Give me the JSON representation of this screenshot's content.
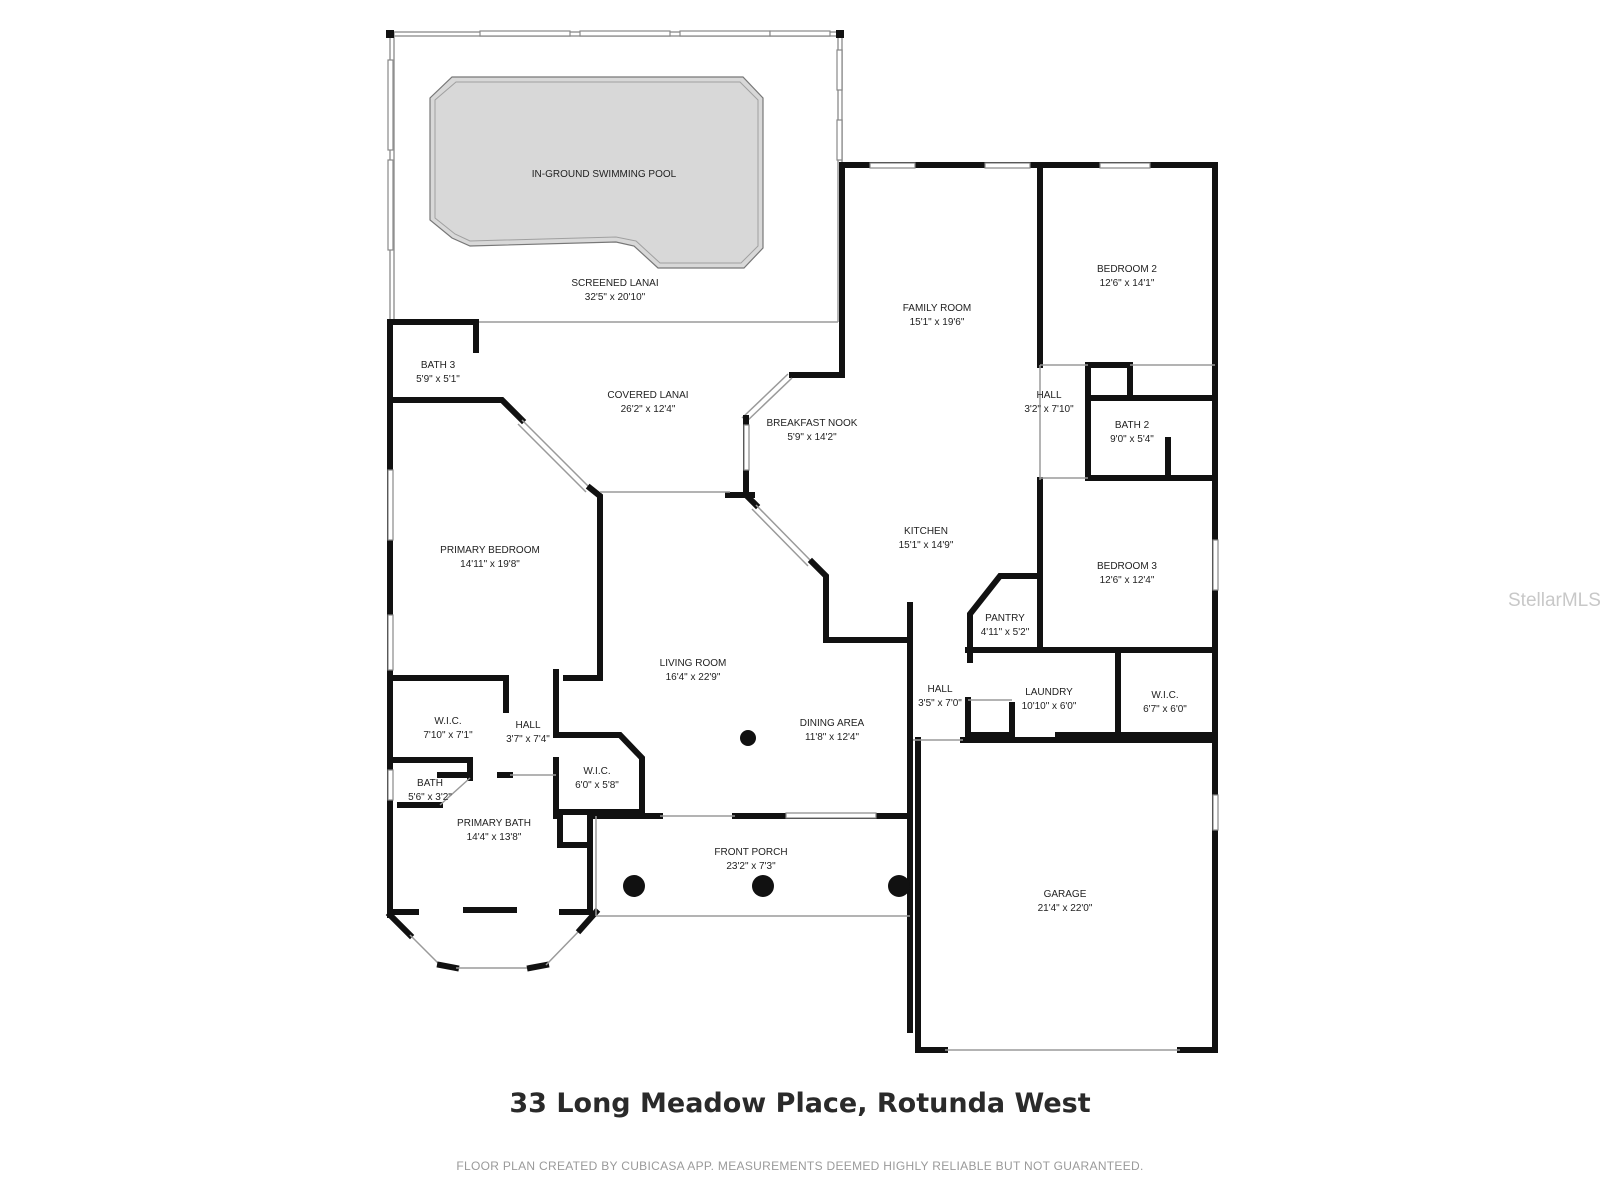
{
  "address": "33 Long Meadow Place, Rotunda West",
  "disclaimer": "FLOOR PLAN CREATED BY CUBICASA APP. MEASUREMENTS DEEMED HIGHLY RELIABLE BUT NOT GUARANTEED.",
  "watermark": "StellarMLS",
  "rooms": {
    "pool": {
      "name": "IN-GROUND SWIMMING POOL"
    },
    "screened_lanai": {
      "name": "SCREENED LANAI",
      "dims": "32'5\" x 20'10\""
    },
    "covered_lanai": {
      "name": "COVERED LANAI",
      "dims": "26'2\" x 12'4\""
    },
    "bath3": {
      "name": "BATH 3",
      "dims": "5'9\" x 5'1\""
    },
    "breakfast_nook": {
      "name": "BREAKFAST NOOK",
      "dims": "5'9\" x 14'2\""
    },
    "family_room": {
      "name": "FAMILY ROOM",
      "dims": "15'1\" x 19'6\""
    },
    "bedroom2": {
      "name": "BEDROOM 2",
      "dims": "12'6\" x 14'1\""
    },
    "hall_east": {
      "name": "HALL",
      "dims": "3'2\" x 7'10\""
    },
    "bath2": {
      "name": "BATH 2",
      "dims": "9'0\" x 5'4\""
    },
    "primary_bedroom": {
      "name": "PRIMARY BEDROOM",
      "dims": "14'11\" x 19'8\""
    },
    "kitchen": {
      "name": "KITCHEN",
      "dims": "15'1\" x 14'9\""
    },
    "bedroom3": {
      "name": "BEDROOM 3",
      "dims": "12'6\" x 12'4\""
    },
    "pantry": {
      "name": "PANTRY",
      "dims": "4'11\" x 5'2\""
    },
    "living_room": {
      "name": "LIVING ROOM",
      "dims": "16'4\" x 22'9\""
    },
    "hall_kitchen": {
      "name": "HALL",
      "dims": "3'5\" x 7'0\""
    },
    "laundry": {
      "name": "LAUNDRY",
      "dims": "10'10\" x 6'0\""
    },
    "wic_east": {
      "name": "W.I.C.",
      "dims": "6'7\" x 6'0\""
    },
    "wic_west": {
      "name": "W.I.C.",
      "dims": "7'10\" x 7'1\""
    },
    "hall_west": {
      "name": "HALL",
      "dims": "3'7\" x 7'4\""
    },
    "dining_area": {
      "name": "DINING AREA",
      "dims": "11'8\" x 12'4\""
    },
    "wic_mid": {
      "name": "W.I.C.",
      "dims": "6'0\" x 5'8\""
    },
    "bath_primary_small": {
      "name": "BATH",
      "dims": "5'6\" x 3'2\""
    },
    "primary_bath": {
      "name": "PRIMARY BATH",
      "dims": "14'4\" x 13'8\""
    },
    "front_porch": {
      "name": "FRONT PORCH",
      "dims": "23'2\" x 7'3\""
    },
    "garage": {
      "name": "GARAGE",
      "dims": "21'4\" x 22'0\""
    }
  }
}
